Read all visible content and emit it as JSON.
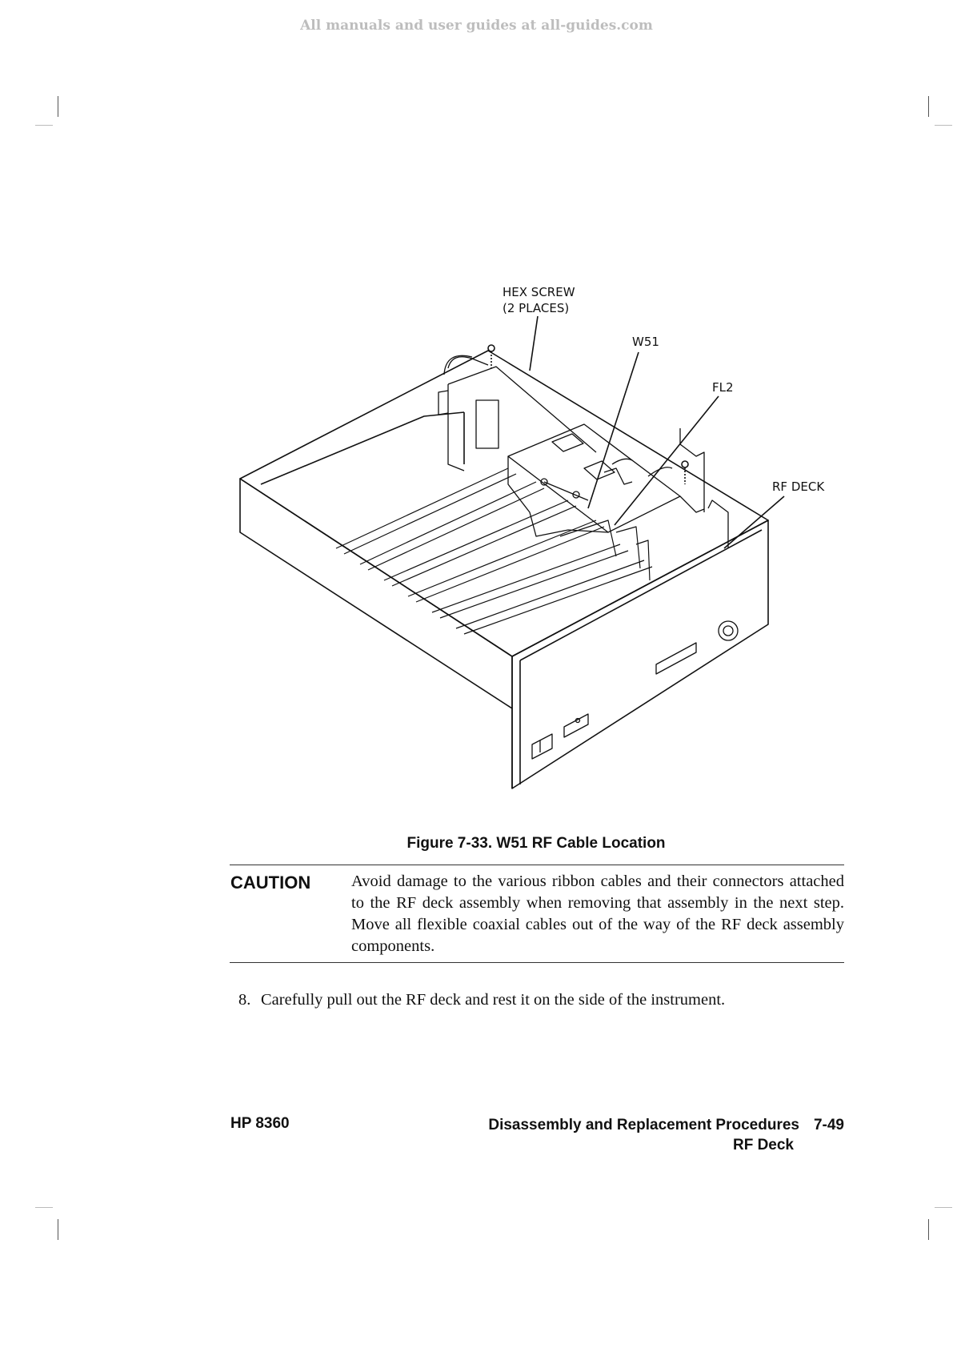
{
  "watermark": "All manuals and user guides at all-guides.com",
  "figure": {
    "callouts": {
      "hex_screw_line1": "HEX SCREW",
      "hex_screw_line2": "(2 PLACES)",
      "w51": "W51",
      "fl2": "FL2",
      "rf_deck": "RF DECK"
    },
    "caption": "Figure 7-33. W51 RF Cable Location"
  },
  "caution": {
    "label": "CAUTION",
    "text": "Avoid damage to the various ribbon cables and their connectors attached to the RF deck assembly when removing that assembly in the next step. Move all flexible coaxial cables out of the way of the RF deck assembly components."
  },
  "step": {
    "number": "8.",
    "text": "Carefully pull out the RF deck and rest it on the side of the instrument."
  },
  "footer": {
    "model": "HP 8360",
    "section": "Disassembly and Replacement Procedures",
    "page": "7-49",
    "subsection": "RF Deck"
  }
}
